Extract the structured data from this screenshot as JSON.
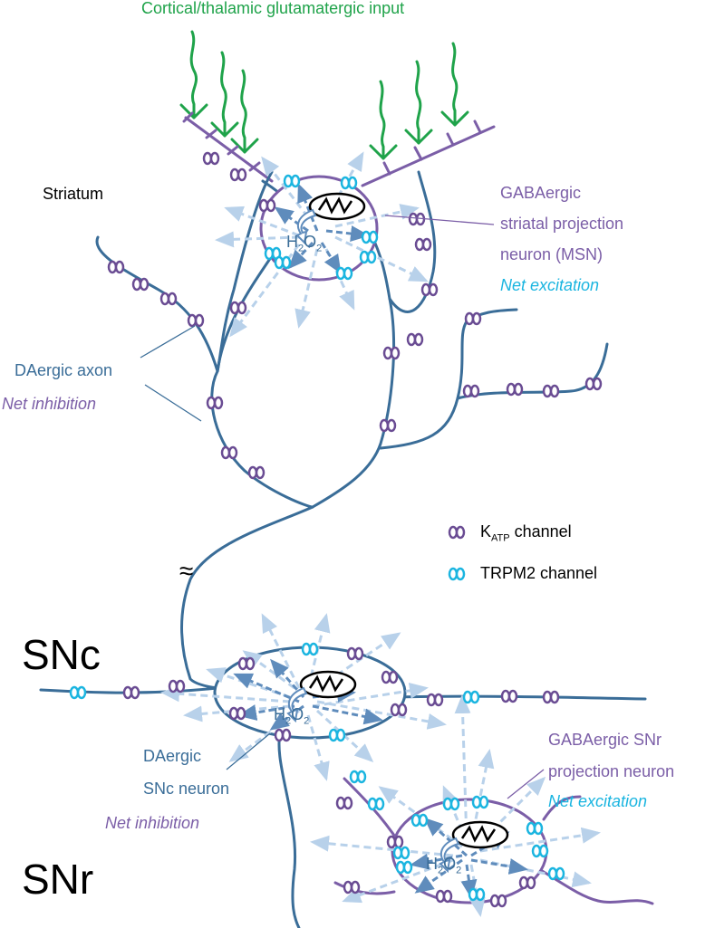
{
  "labels": {
    "input": "Cortical/thalamic glutamatergic input",
    "striatum": "Striatum",
    "msn_line1": "GABAergic",
    "msn_line2": "striatal projection",
    "msn_line3": "neuron (MSN)",
    "msn_effect": "Net excitation",
    "axon_line1": "DAergic axon",
    "axon_effect": "Net inhibition",
    "snc": "SNc",
    "snr": "SNr",
    "snc_neuron_line1": "DAergic",
    "snc_neuron_line2": "SNc neuron",
    "snc_neuron_effect": "Net inhibition",
    "snr_neuron_line1": "GABAergic SNr",
    "snr_neuron_line2": "projection neuron",
    "snr_neuron_effect": "Net excitation",
    "h2o2_H": "H",
    "h2o2_2a": "2",
    "h2o2_O": "O",
    "h2o2_2b": "2",
    "break_symbol": "≈"
  },
  "legend": {
    "katp_K": "K",
    "katp_sub": "ATP",
    "katp_rest": " channel",
    "trpm2": "TRPM2 channel"
  },
  "colors": {
    "dopaminergic": "#3a6d98",
    "gabaergic": "#7b5ea7",
    "glutamatergic": "#1fa34a",
    "katp": "#6a4c93",
    "trpm2": "#1bb5e0",
    "h2o2_arrow": "#b8d1ea"
  }
}
